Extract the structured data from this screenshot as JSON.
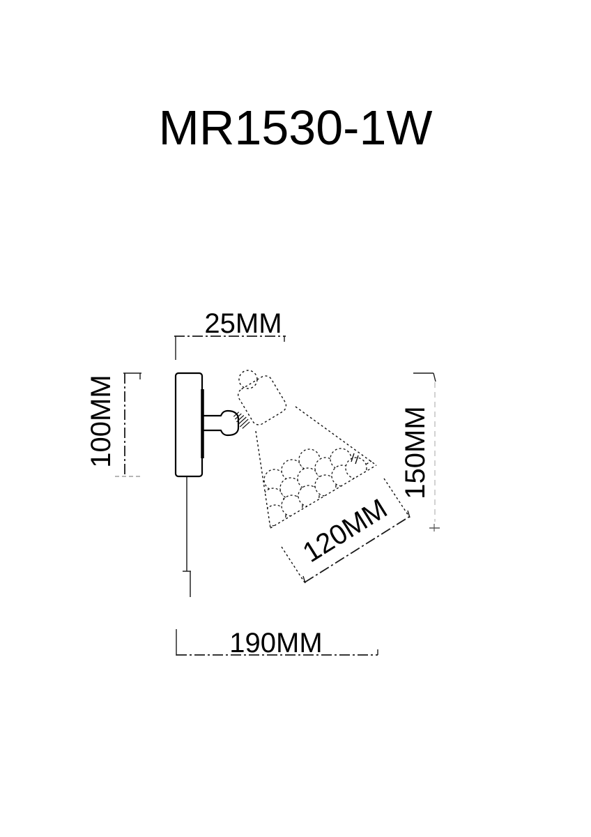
{
  "page": {
    "background": "#ffffff",
    "ink": "#000000"
  },
  "title": "MR1530-1W",
  "drawing": {
    "subject": "wall-mounted single spotlight, side elevation with dimensions",
    "dimensions": {
      "plate_depth": "25MM",
      "plate_height": "100MM",
      "total_height": "150MM",
      "shade_width": "120MM",
      "total_width": "190MM"
    }
  }
}
